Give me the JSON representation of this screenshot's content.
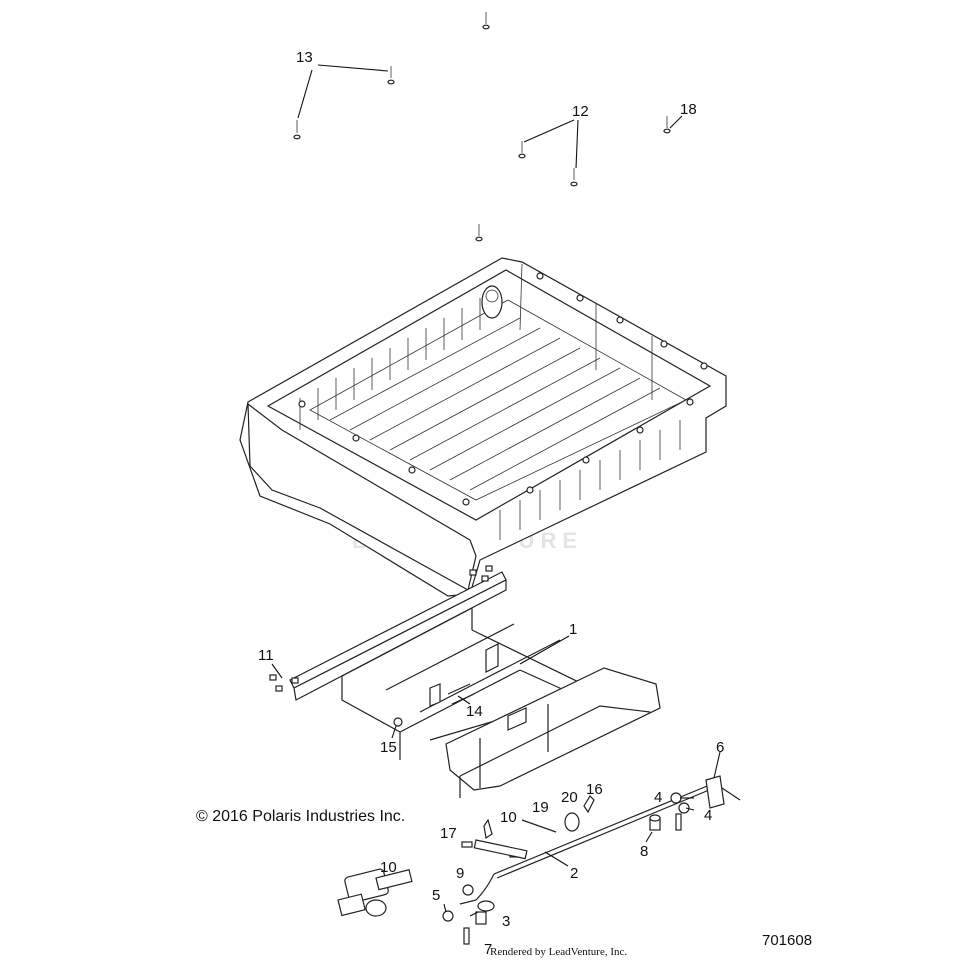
{
  "copyright": "© 2016 Polaris Industries Inc.",
  "diagram_id": "701608",
  "rendered_by": "Rendered by LeadVenture, Inc.",
  "watermark": "LEADVENTURE",
  "callouts": {
    "c1": "1",
    "c2": "2",
    "c3": "3",
    "c4a": "4",
    "c4b": "4",
    "c5": "5",
    "c6": "6",
    "c7": "7",
    "c8": "8",
    "c9": "9",
    "c10a": "10",
    "c10b": "10",
    "c11": "11",
    "c12": "12",
    "c13": "13",
    "c14": "14",
    "c15": "15",
    "c16": "16",
    "c17": "17",
    "c18": "18",
    "c19": "19",
    "c20": "20"
  }
}
